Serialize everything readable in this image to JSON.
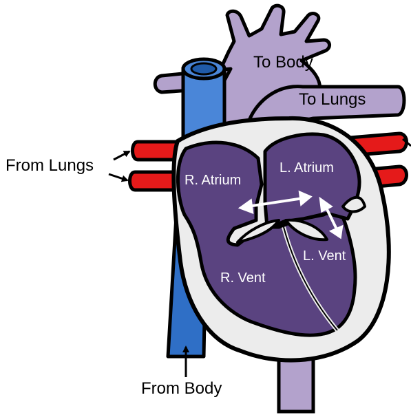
{
  "labels": {
    "to_body": "To Body",
    "to_lungs": "To Lungs",
    "from_lungs": "From Lungs",
    "r_atrium": "R. Atrium",
    "l_atrium": "L. Atrium",
    "r_vent": "R. Vent",
    "l_vent": "L. Vent",
    "from_body": "From Body"
  },
  "colors": {
    "aorta": "#b3a2cc",
    "vena_cava": "#3f78d3",
    "vena_cava_dark": "#1f5aa8",
    "pulmonary_veins": "#e51a1a",
    "heart_wall": "#ececec",
    "chambers": "#5a4380",
    "outline": "#000000",
    "internal_arrows": "#ffffff"
  }
}
